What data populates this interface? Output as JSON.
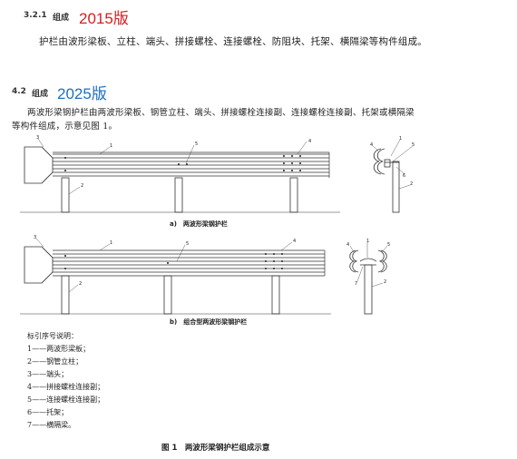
{
  "section_2015": {
    "number": "3.2.1",
    "title": "组成",
    "version": "2015版",
    "text": "护栏由波形梁板、立柱、端头、拼接螺栓、连接螺栓、防阻块、托架、横隔梁等构件组成。"
  },
  "section_2025": {
    "number": "4.2",
    "title": "组成",
    "version": "2025版",
    "text_line1": "两波形梁钢护栏由两波形梁板、钢管立柱、端头、拼接螺栓连接副、连接螺栓连接副、托架或横隔梁",
    "text_line2": "等构件组成，示意见图 1。"
  },
  "figure": {
    "sub_a": "a)　两波形梁钢护栏",
    "sub_b": "b)　组合型两波形梁钢护栏",
    "callouts": [
      "1",
      "2",
      "3",
      "4",
      "5",
      "6",
      "7"
    ],
    "legend_title": "标引序号说明：",
    "legend": [
      "1——两波形梁板；",
      "2——钢管立柱；",
      "3——端头；",
      "4——拼接螺栓连接副；",
      "5——连接螺栓连接副；",
      "6——托架；",
      "7——横隔梁。"
    ],
    "title": "图 1　两波形梁钢护栏组成示意"
  }
}
